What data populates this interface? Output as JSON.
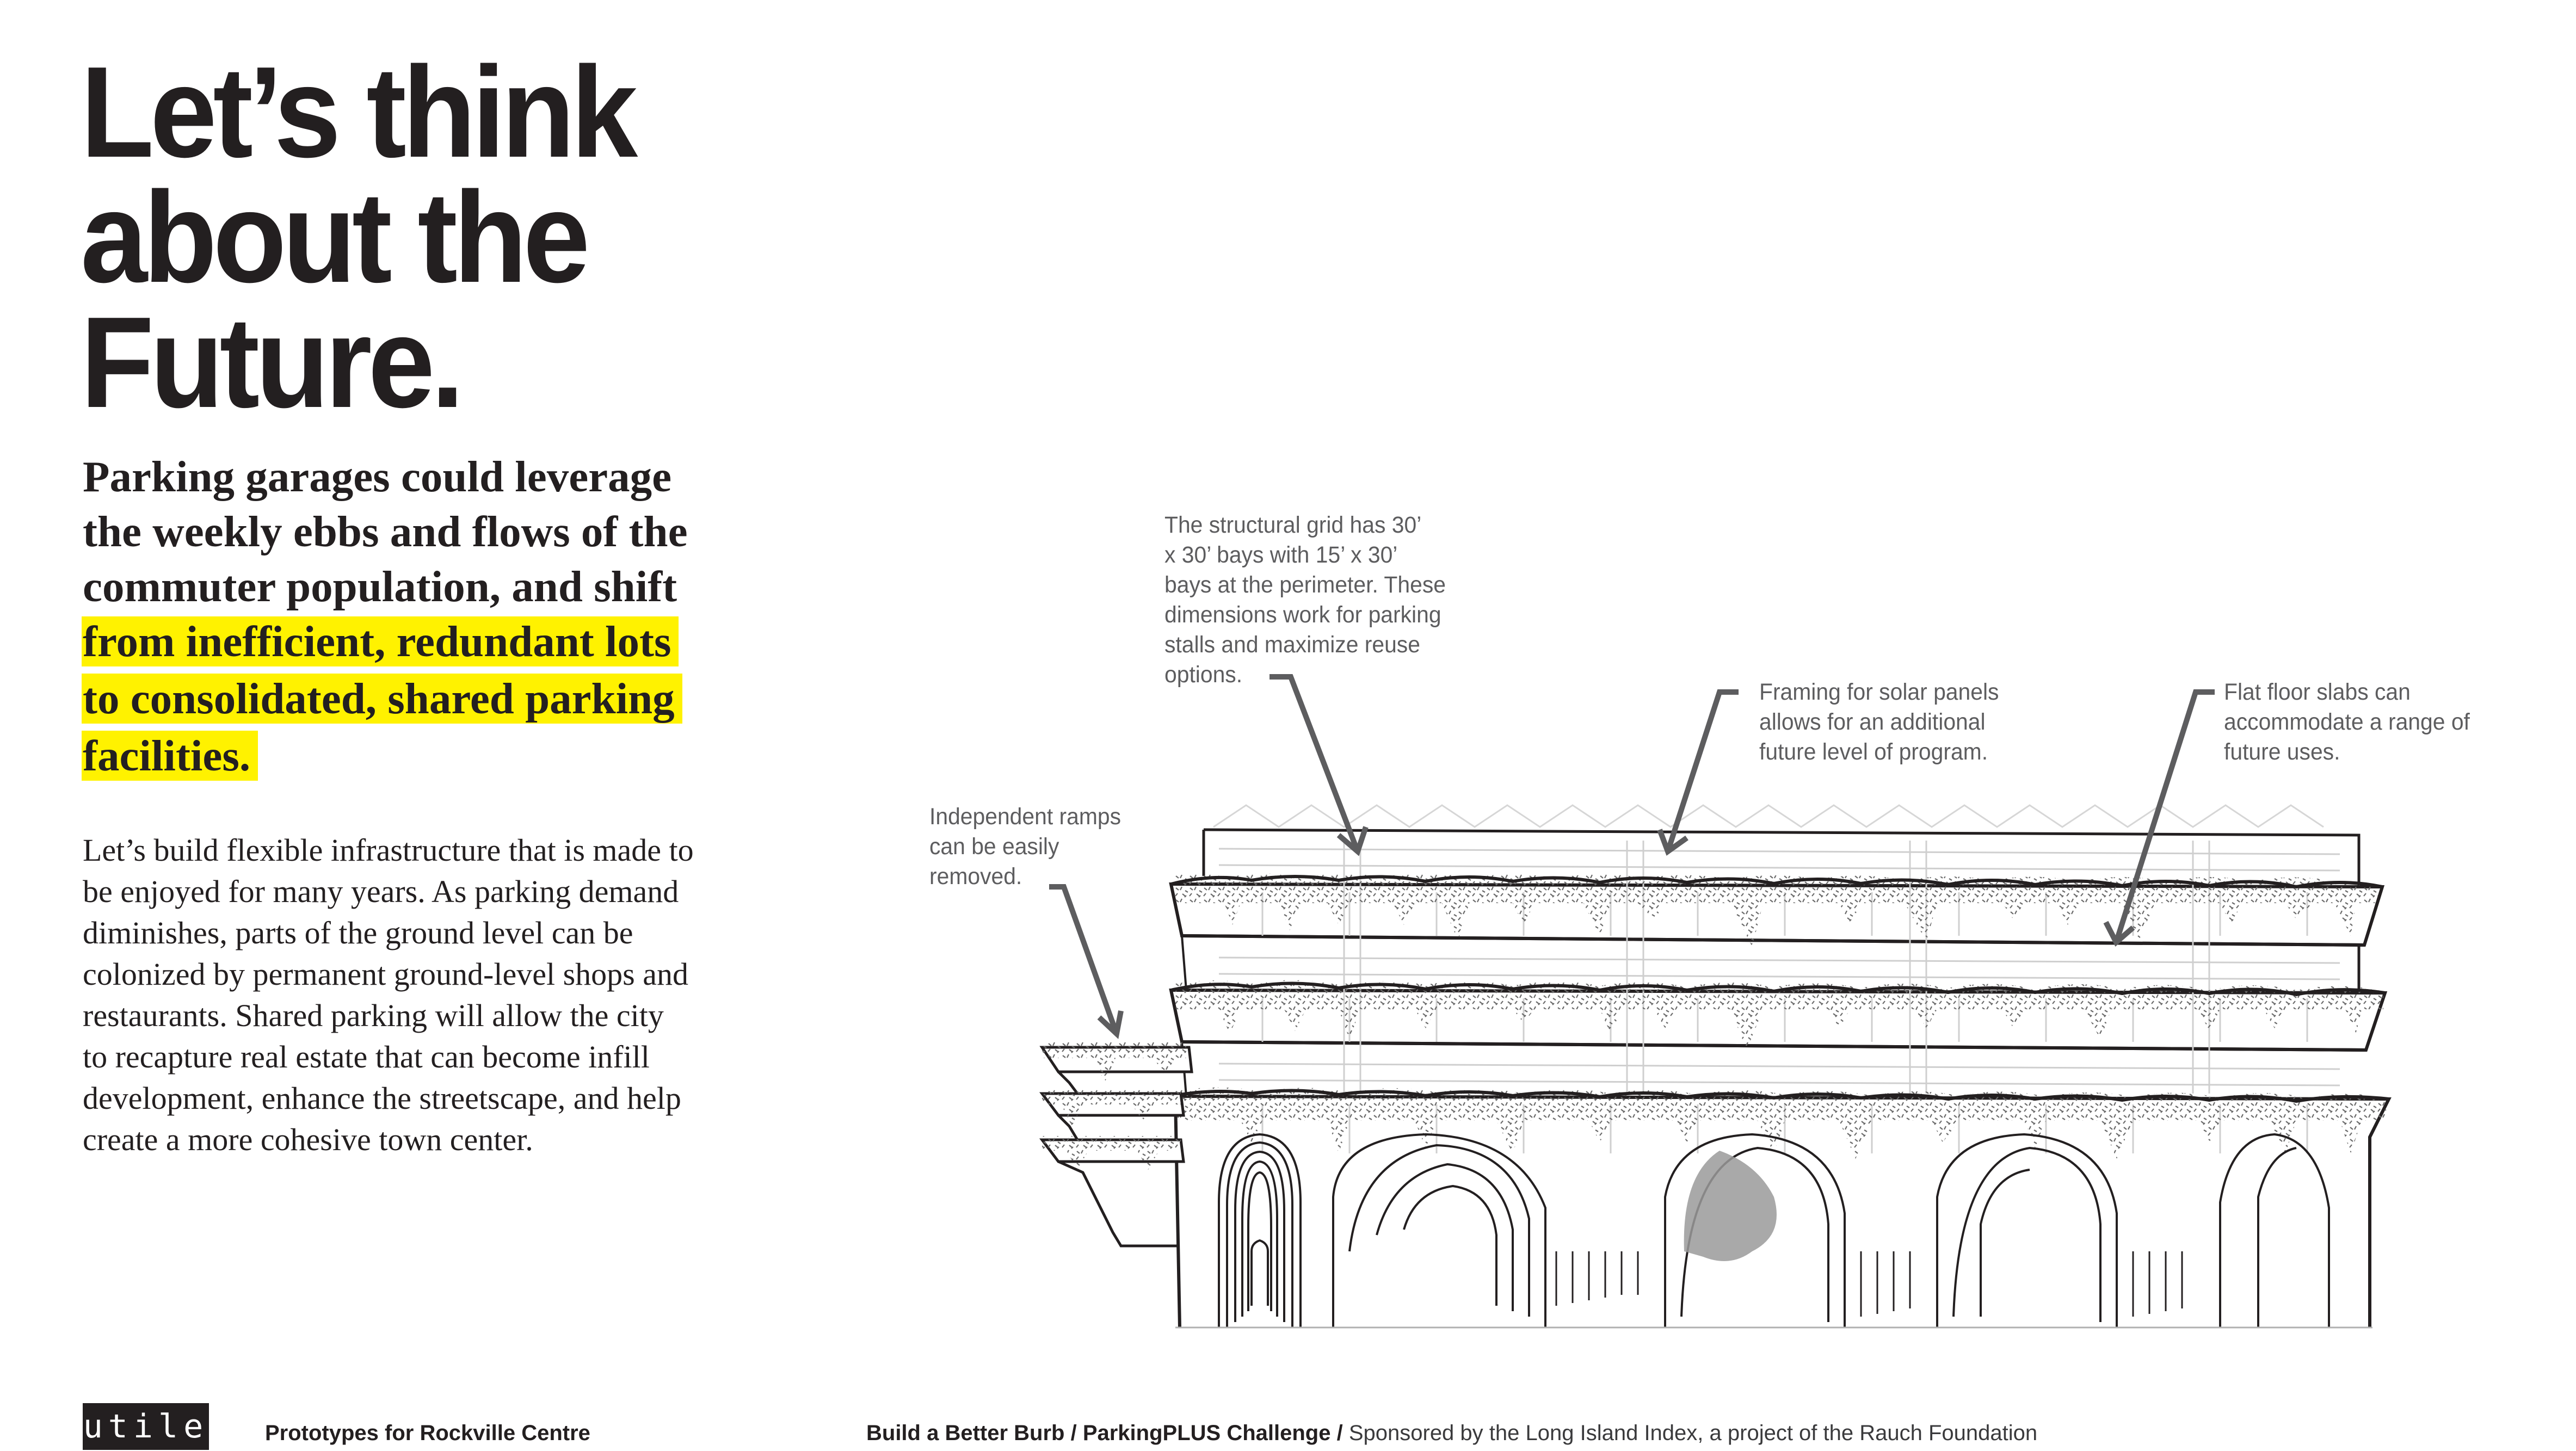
{
  "title": {
    "lines": [
      "Let’s think",
      "about the",
      "Future."
    ]
  },
  "subhead": {
    "lines": [
      "Parking garages could leverage",
      "the weekly ebbs and flows of the",
      "commuter population, and shift"
    ],
    "highlighted_lines": [
      "from inefficient, redundant lots",
      "to consolidated, shared parking",
      "facilities."
    ],
    "highlight_color": "#fff200"
  },
  "body": {
    "lines": [
      "Let’s build flexible infrastructure that is made to",
      "be enjoyed for many years. As parking demand",
      "diminishes, parts of the ground level can be",
      "colonized by permanent ground-level shops and",
      "restaurants. Shared parking will allow the city",
      "to recapture real estate that can become infill",
      "development, enhance the streetscape, and help",
      "create a more cohesive town center."
    ]
  },
  "annotations": {
    "structural_grid": {
      "lines": [
        "The structural grid has 30’",
        "x 30’ bays with 15’ x 30’",
        "bays at the perimeter. These",
        "dimensions work for parking",
        "stalls and maximize reuse",
        "options."
      ]
    },
    "solar_framing": {
      "lines": [
        "Framing for solar panels",
        "allows for an additional",
        "future level of program."
      ]
    },
    "flat_slabs": {
      "lines": [
        "Flat floor slabs can",
        "accommodate a range of",
        "future uses."
      ]
    },
    "ramps": {
      "lines": [
        "Independent ramps",
        "can be easily",
        "removed."
      ]
    }
  },
  "illustration": {
    "subject": "parking-garage-perspective-with-vines-and-arcade",
    "line_color": "#231f20",
    "arrow_color": "#5d5d5f"
  },
  "footer": {
    "logo": "utile",
    "project": "Prototypes for Rockville Centre",
    "credit_bold": "Build a Better Burb / ParkingPLUS Challenge /",
    "credit_light": "Sponsored by the Long Island Index, a project of the Rauch Foundation"
  }
}
